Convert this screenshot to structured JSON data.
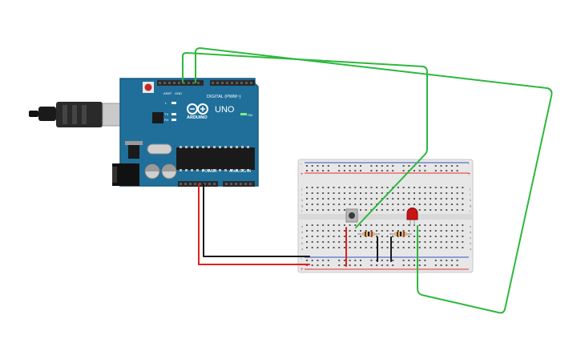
{
  "board": {
    "brand": "ARDUINO",
    "model": "UNO",
    "digital_label": "DIGITAL (PWM~)",
    "power_label": "POWER",
    "analog_label": "ANALOG IN",
    "on_label": "ON",
    "led_l": "L",
    "led_tx": "TX",
    "led_rx": "RX",
    "aref": "AREF",
    "gnd": "GND"
  },
  "colors": {
    "board": "#1f6f9a",
    "board_dark": "#155a7f",
    "wire_green": "#2db83d",
    "wire_red": "#e0201c",
    "wire_black": "#1a1a1a",
    "breadboard": "#e7e7e7",
    "rail_red": "#e03030",
    "rail_blue": "#3050c0",
    "led_red": "#c81414"
  },
  "breadboard": {
    "plus_label": "+",
    "minus_label": "-",
    "row_letters_top": [
      "j",
      "i",
      "h",
      "g",
      "f"
    ],
    "row_letters_bottom": [
      "e",
      "d",
      "c",
      "b",
      "a"
    ]
  }
}
